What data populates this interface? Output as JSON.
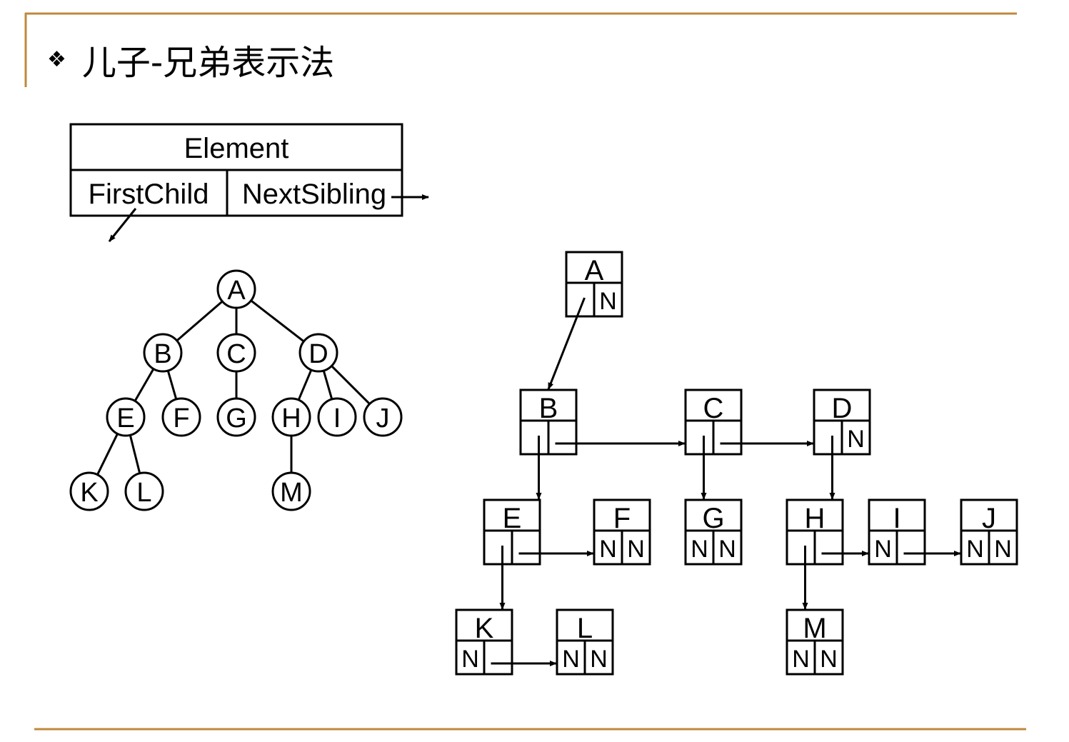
{
  "slide": {
    "bullet": "❖",
    "title": "儿子-兄弟表示法",
    "accent_color": "#C0883C"
  },
  "node_template": {
    "element": "Element",
    "first_child": "FirstChild",
    "next_sibling": "NextSibling"
  },
  "tree": {
    "nodes": [
      "A",
      "B",
      "C",
      "D",
      "E",
      "F",
      "G",
      "H",
      "I",
      "J",
      "K",
      "L",
      "M"
    ],
    "edges": [
      [
        "A",
        "B"
      ],
      [
        "A",
        "C"
      ],
      [
        "A",
        "D"
      ],
      [
        "B",
        "E"
      ],
      [
        "B",
        "F"
      ],
      [
        "C",
        "G"
      ],
      [
        "D",
        "H"
      ],
      [
        "D",
        "I"
      ],
      [
        "D",
        "J"
      ],
      [
        "E",
        "K"
      ],
      [
        "E",
        "L"
      ],
      [
        "H",
        "M"
      ]
    ]
  },
  "linked": {
    "null_marker": "N",
    "nodes": [
      {
        "label": "A",
        "first_child": "B",
        "next_sibling": null
      },
      {
        "label": "B",
        "first_child": "E",
        "next_sibling": "C"
      },
      {
        "label": "C",
        "first_child": "G",
        "next_sibling": "D"
      },
      {
        "label": "D",
        "first_child": "H",
        "next_sibling": null
      },
      {
        "label": "E",
        "first_child": "K",
        "next_sibling": "F"
      },
      {
        "label": "F",
        "first_child": null,
        "next_sibling": null
      },
      {
        "label": "G",
        "first_child": null,
        "next_sibling": null
      },
      {
        "label": "H",
        "first_child": "M",
        "next_sibling": "I"
      },
      {
        "label": "I",
        "first_child": null,
        "next_sibling": "J"
      },
      {
        "label": "J",
        "first_child": null,
        "next_sibling": null
      },
      {
        "label": "K",
        "first_child": null,
        "next_sibling": "L"
      },
      {
        "label": "L",
        "first_child": null,
        "next_sibling": null
      },
      {
        "label": "M",
        "first_child": null,
        "next_sibling": null
      }
    ]
  }
}
